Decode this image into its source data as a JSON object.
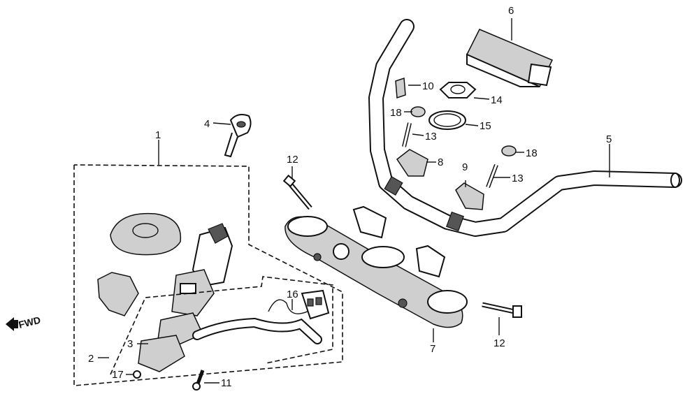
{
  "diagram": {
    "direction_label": "FWD",
    "callouts": [
      {
        "id": "c1",
        "text": "1"
      },
      {
        "id": "c2",
        "text": "2"
      },
      {
        "id": "c3",
        "text": "3"
      },
      {
        "id": "c4",
        "text": "4"
      },
      {
        "id": "c5",
        "text": "5"
      },
      {
        "id": "c6",
        "text": "6"
      },
      {
        "id": "c7",
        "text": "7"
      },
      {
        "id": "c8",
        "text": "8"
      },
      {
        "id": "c9",
        "text": "9"
      },
      {
        "id": "c10",
        "text": "10"
      },
      {
        "id": "c11",
        "text": "11"
      },
      {
        "id": "c12a",
        "text": "12"
      },
      {
        "id": "c12b",
        "text": "12"
      },
      {
        "id": "c13a",
        "text": "13"
      },
      {
        "id": "c13b",
        "text": "13"
      },
      {
        "id": "c14",
        "text": "14"
      },
      {
        "id": "c15",
        "text": "15"
      },
      {
        "id": "c16",
        "text": "16"
      },
      {
        "id": "c17",
        "text": "17"
      },
      {
        "id": "c18a",
        "text": "18"
      },
      {
        "id": "c18b",
        "text": "18"
      }
    ]
  }
}
